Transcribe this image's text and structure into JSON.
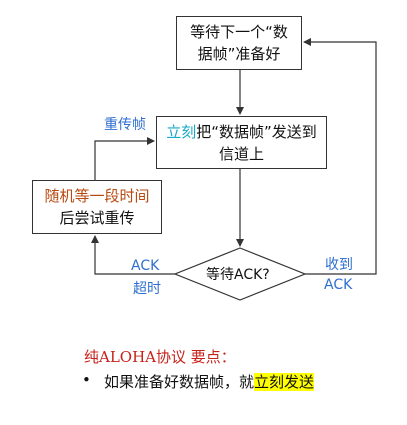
{
  "flowchart": {
    "box_wait": {
      "line1": "等待下一个“数",
      "line2": "据帧”准备好"
    },
    "box_send": {
      "highlight": "立刻",
      "line1_rest": "把“数据帧”发送到",
      "line2": "信道上"
    },
    "box_retry": {
      "line1": "随机等一段时间",
      "line2": "后尝试重传"
    },
    "decision": "等待ACK?",
    "edge_retransmit": "重传帧",
    "edge_timeout": {
      "line1": "ACK",
      "line2": "超时"
    },
    "edge_received": {
      "line1": "收到",
      "line2": "ACK"
    }
  },
  "note": {
    "title": "纯ALOHA协议 要点：",
    "bullet": "•",
    "item_prefix": "如果准备好数据帧，就",
    "item_highlight": "立刻发送"
  },
  "colors": {
    "arrow": "#333333",
    "label_blue": "#2f6fd0",
    "cyan": "#17a9c6",
    "brown": "#b84a10",
    "red": "#c8201a",
    "highlight": "#ffff00"
  }
}
